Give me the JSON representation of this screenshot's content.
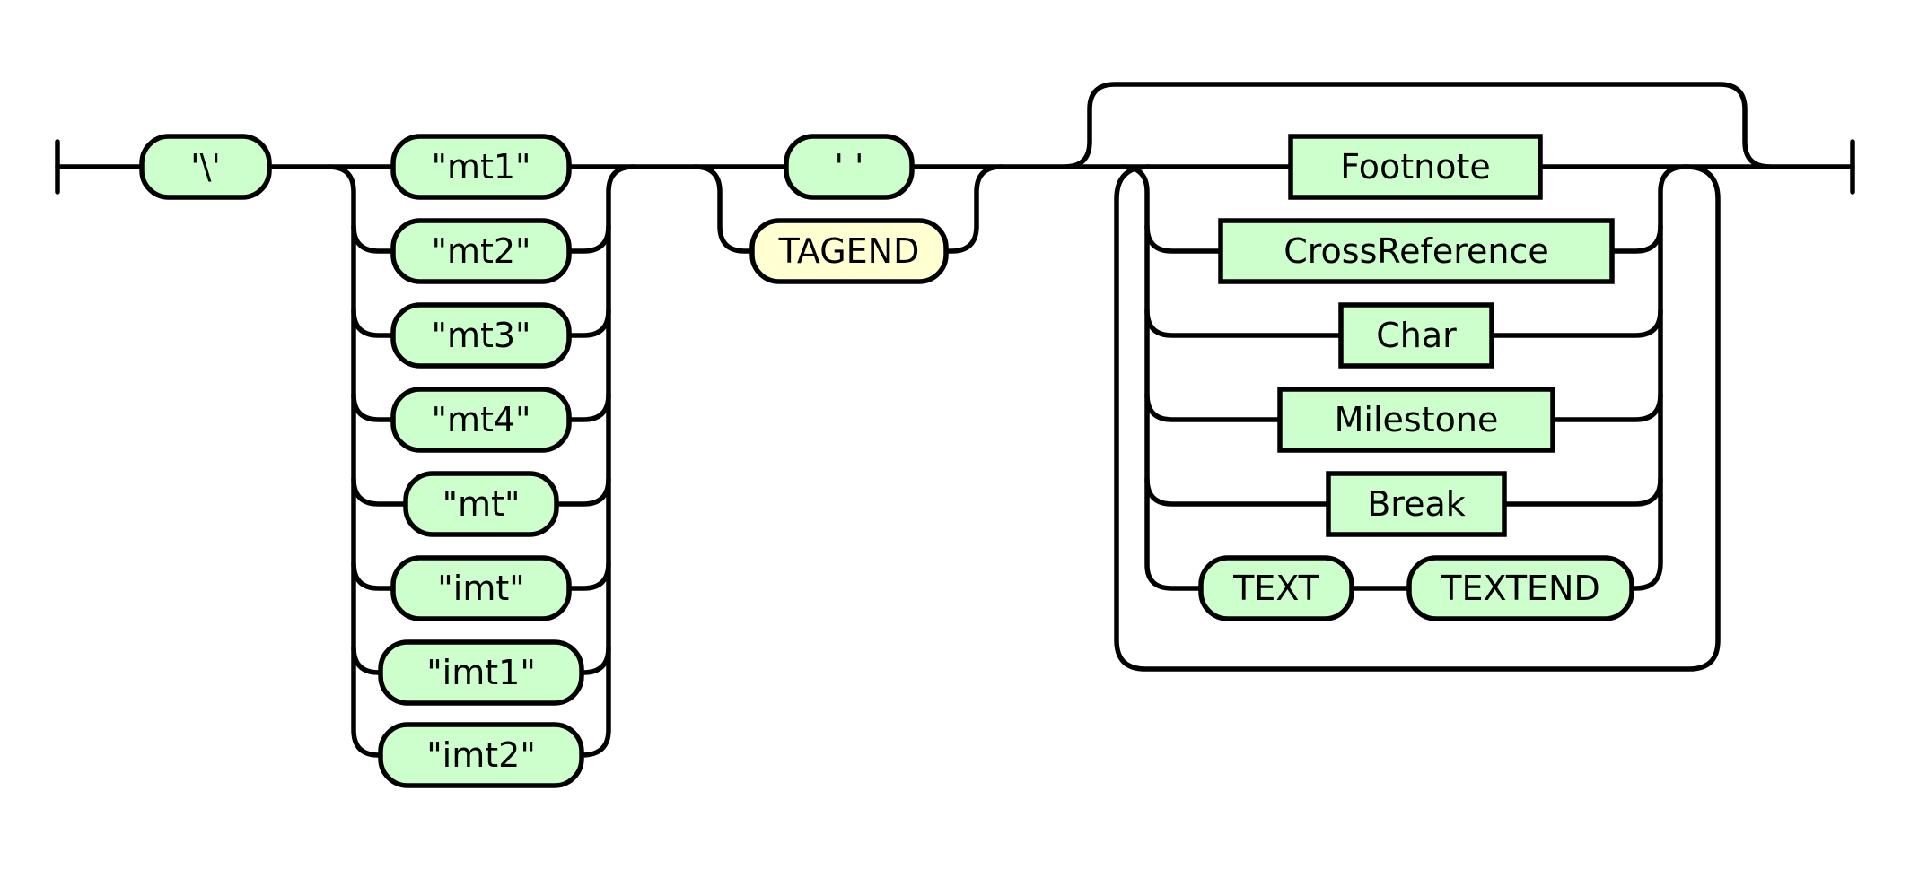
{
  "diagram": {
    "opening": "'\\'",
    "markers": [
      "\"mt1\"",
      "\"mt2\"",
      "\"mt3\"",
      "\"mt4\"",
      "\"mt\"",
      "\"imt\"",
      "\"imt1\"",
      "\"imt2\""
    ],
    "separator": "' '",
    "tag_end": "TAGEND",
    "content": {
      "footnote": "Footnote",
      "cross_reference": "CrossReference",
      "char": "Char",
      "milestone": "Milestone",
      "break": "Break",
      "text": "TEXT",
      "text_end": "TEXTEND"
    },
    "colors": {
      "terminal": "#ccffcc",
      "special": "#ffffd1",
      "line": "#000000"
    }
  }
}
